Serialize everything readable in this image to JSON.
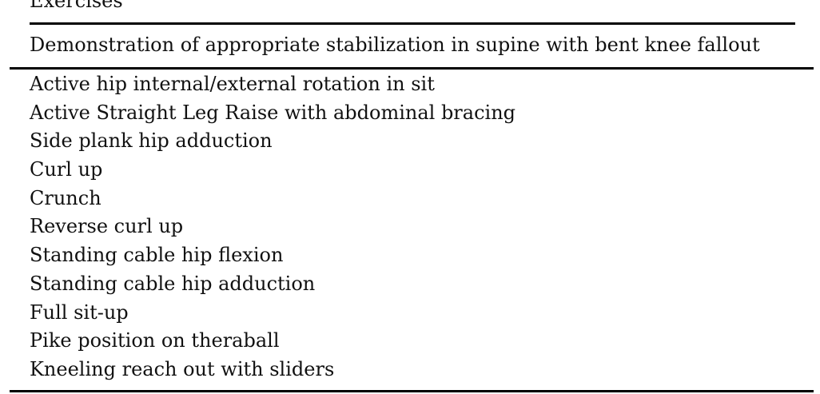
{
  "table": {
    "title": "Exercises",
    "header": "Demonstration of appropriate stabilization in supine with bent knee fallout",
    "rows": [
      "Active hip internal/external rotation in sit",
      "Active Straight Leg Raise with abdominal bracing",
      "Side plank hip adduction",
      "Curl up",
      "Crunch",
      "Reverse curl up",
      "Standing cable hip flexion",
      "Standing cable hip adduction",
      "Full sit-up",
      "Pike position on theraball",
      "Kneeling reach out with sliders"
    ]
  }
}
